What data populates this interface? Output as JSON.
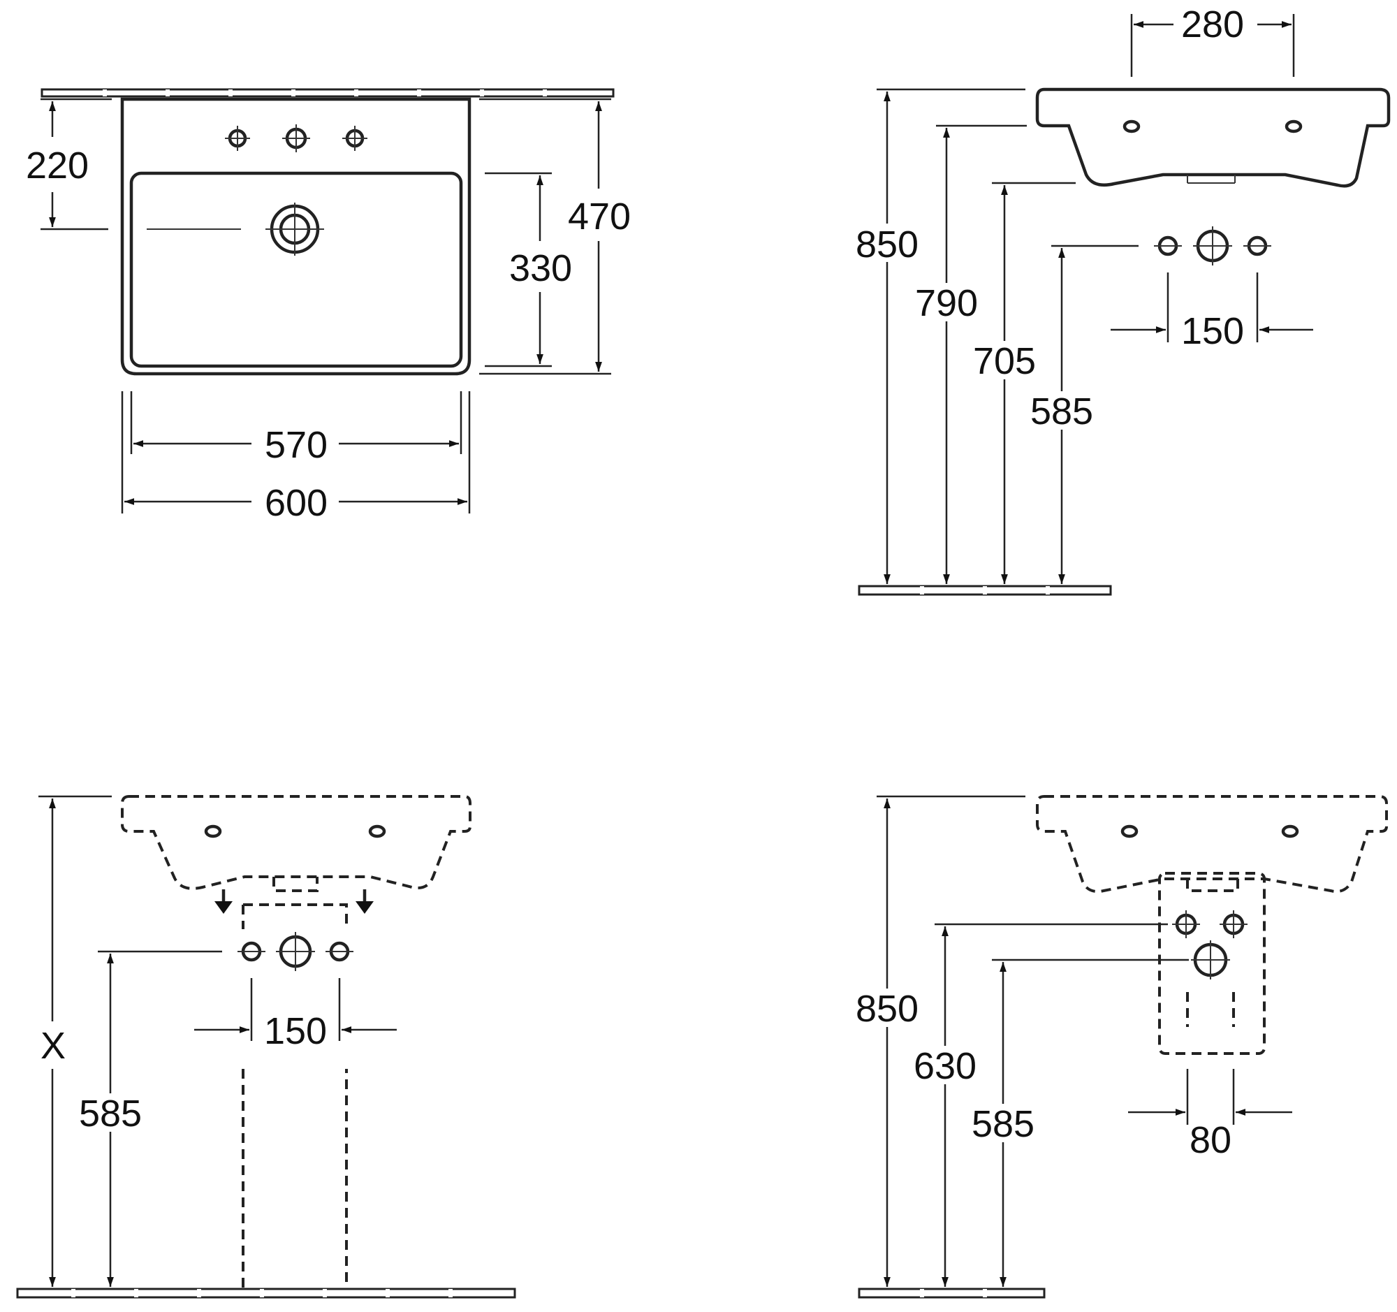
{
  "views": {
    "top": {
      "dims": {
        "d220": "220",
        "d470": "470",
        "d330": "330",
        "d570": "570",
        "d600": "600"
      }
    },
    "side": {
      "dims": {
        "d280": "280",
        "d850": "850",
        "d790": "790",
        "d705": "705",
        "d585": "585",
        "d150": "150"
      }
    },
    "front_pedestal": {
      "dims": {
        "dx": "X",
        "d585": "585",
        "d150": "150"
      }
    },
    "side_halfpedestal": {
      "dims": {
        "d850": "850",
        "d630": "630",
        "d585": "585",
        "d80": "80"
      }
    }
  },
  "colors": {
    "line": "#222222",
    "text": "#111111",
    "background": "#ffffff"
  }
}
